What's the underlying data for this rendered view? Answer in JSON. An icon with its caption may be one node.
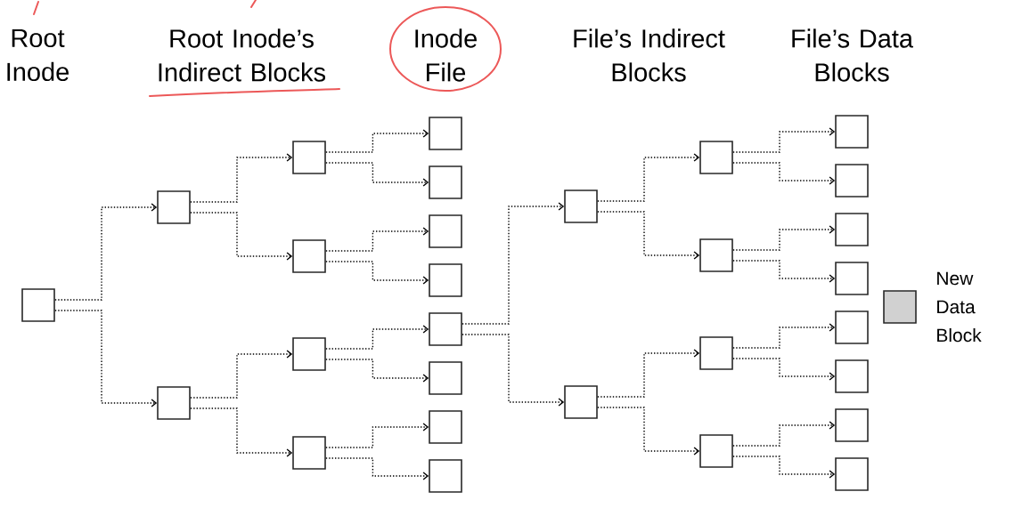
{
  "diagram": {
    "nodes": [
      {
        "text": [],
        "shape": "box"
      },
      {
        "text": [],
        "shape": "box"
      },
      {
        "text": [],
        "shape": "box"
      },
      {
        "text": [],
        "shape": "box"
      },
      {
        "text": [],
        "shape": "box"
      },
      {
        "text": [],
        "shape": "box"
      },
      {
        "text": [],
        "shape": "box"
      },
      {
        "text": [],
        "shape": "box"
      },
      {
        "text": [],
        "shape": "box"
      },
      {
        "text": [],
        "shape": "box"
      },
      {
        "text": [],
        "shape": "box"
      },
      {
        "text": [],
        "shape": "box"
      },
      {
        "text": [],
        "shape": "box"
      },
      {
        "text": [],
        "shape": "box"
      },
      {
        "text": [],
        "shape": "box"
      },
      {
        "text": [],
        "shape": "box"
      },
      {
        "text": [],
        "shape": "box"
      },
      {
        "text": [],
        "shape": "box"
      },
      {
        "text": [],
        "shape": "box"
      },
      {
        "text": [],
        "shape": "box"
      },
      {
        "text": [],
        "shape": "box"
      },
      {
        "text": [],
        "shape": "box"
      },
      {
        "text": [],
        "shape": "box"
      },
      {
        "text": [],
        "shape": "box"
      },
      {
        "text": [],
        "shape": "box"
      },
      {
        "text": [],
        "shape": "box"
      },
      {
        "text": [],
        "shape": "box"
      },
      {
        "text": [],
        "shape": "box"
      },
      {
        "text": [],
        "shape": "box"
      },
      {
        "text": [],
        "shape": "box",
        "beside": [
          "New Data Block"
        ]
      }
    ],
    "edges": [
      {
        "from": 0,
        "to": 1,
        "arrow": "to"
      },
      {
        "from": 0,
        "to": 2,
        "arrow": "to"
      },
      {
        "from": 1,
        "to": 3,
        "arrow": "to"
      },
      {
        "from": 1,
        "to": 4,
        "arrow": "to"
      },
      {
        "from": 2,
        "to": 5,
        "arrow": "to"
      },
      {
        "from": 2,
        "to": 6,
        "arrow": "to"
      },
      {
        "from": 3,
        "to": 7,
        "arrow": "to"
      },
      {
        "from": 3,
        "to": 8,
        "arrow": "to"
      },
      {
        "from": 4,
        "to": 9,
        "arrow": "to"
      },
      {
        "from": 4,
        "to": 10,
        "arrow": "to"
      },
      {
        "from": 5,
        "to": 11,
        "arrow": "to"
      },
      {
        "from": 5,
        "to": 12,
        "arrow": "to"
      },
      {
        "from": 6,
        "to": 13,
        "arrow": "to"
      },
      {
        "from": 6,
        "to": 14,
        "arrow": "to"
      },
      {
        "from": 11,
        "to": 15,
        "arrow": "to"
      },
      {
        "from": 11,
        "to": 16,
        "arrow": "to"
      },
      {
        "from": 15,
        "to": 17,
        "arrow": "to"
      },
      {
        "from": 15,
        "to": 18,
        "arrow": "to"
      },
      {
        "from": 16,
        "to": 19,
        "arrow": "to"
      },
      {
        "from": 16,
        "to": 20,
        "arrow": "to"
      },
      {
        "from": 17,
        "to": 21,
        "arrow": "to"
      },
      {
        "from": 17,
        "to": 22,
        "arrow": "to"
      },
      {
        "from": 18,
        "to": 23,
        "arrow": "to"
      },
      {
        "from": 18,
        "to": 24,
        "arrow": "to"
      },
      {
        "from": 19,
        "to": 25,
        "arrow": "to"
      },
      {
        "from": 19,
        "to": 26,
        "arrow": "to"
      },
      {
        "from": 20,
        "to": 27,
        "arrow": "to"
      },
      {
        "from": 20,
        "to": 28,
        "arrow": "to"
      }
    ],
    "labels": [
      "Root Inode",
      "Root Inode’s Indirect Blocks",
      "Inode File",
      "File’s Indirect Blocks",
      "File’s Data Blocks"
    ]
  }
}
